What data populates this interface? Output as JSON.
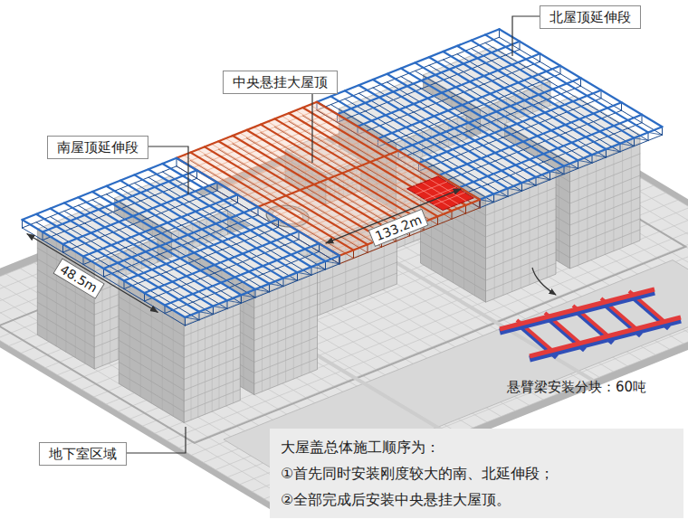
{
  "diagram": {
    "nodes": [
      {
        "text": [
          "北屋顶延伸段"
        ]
      },
      {
        "text": [
          "中央悬挂大屋顶"
        ]
      },
      {
        "text": [
          "南屋顶延伸段"
        ]
      },
      {
        "text": [
          "地下室区域"
        ]
      },
      {
        "text": [
          "大屋盖总体施工顺序为：",
          "①首先同时安装刚度较大的南、北延伸段；",
          "②全部完成后安装中央悬挂大屋顶。"
        ]
      }
    ],
    "labels": [
      "133.2m",
      "48.5m",
      "悬臂梁安装分块：60吨"
    ]
  }
}
